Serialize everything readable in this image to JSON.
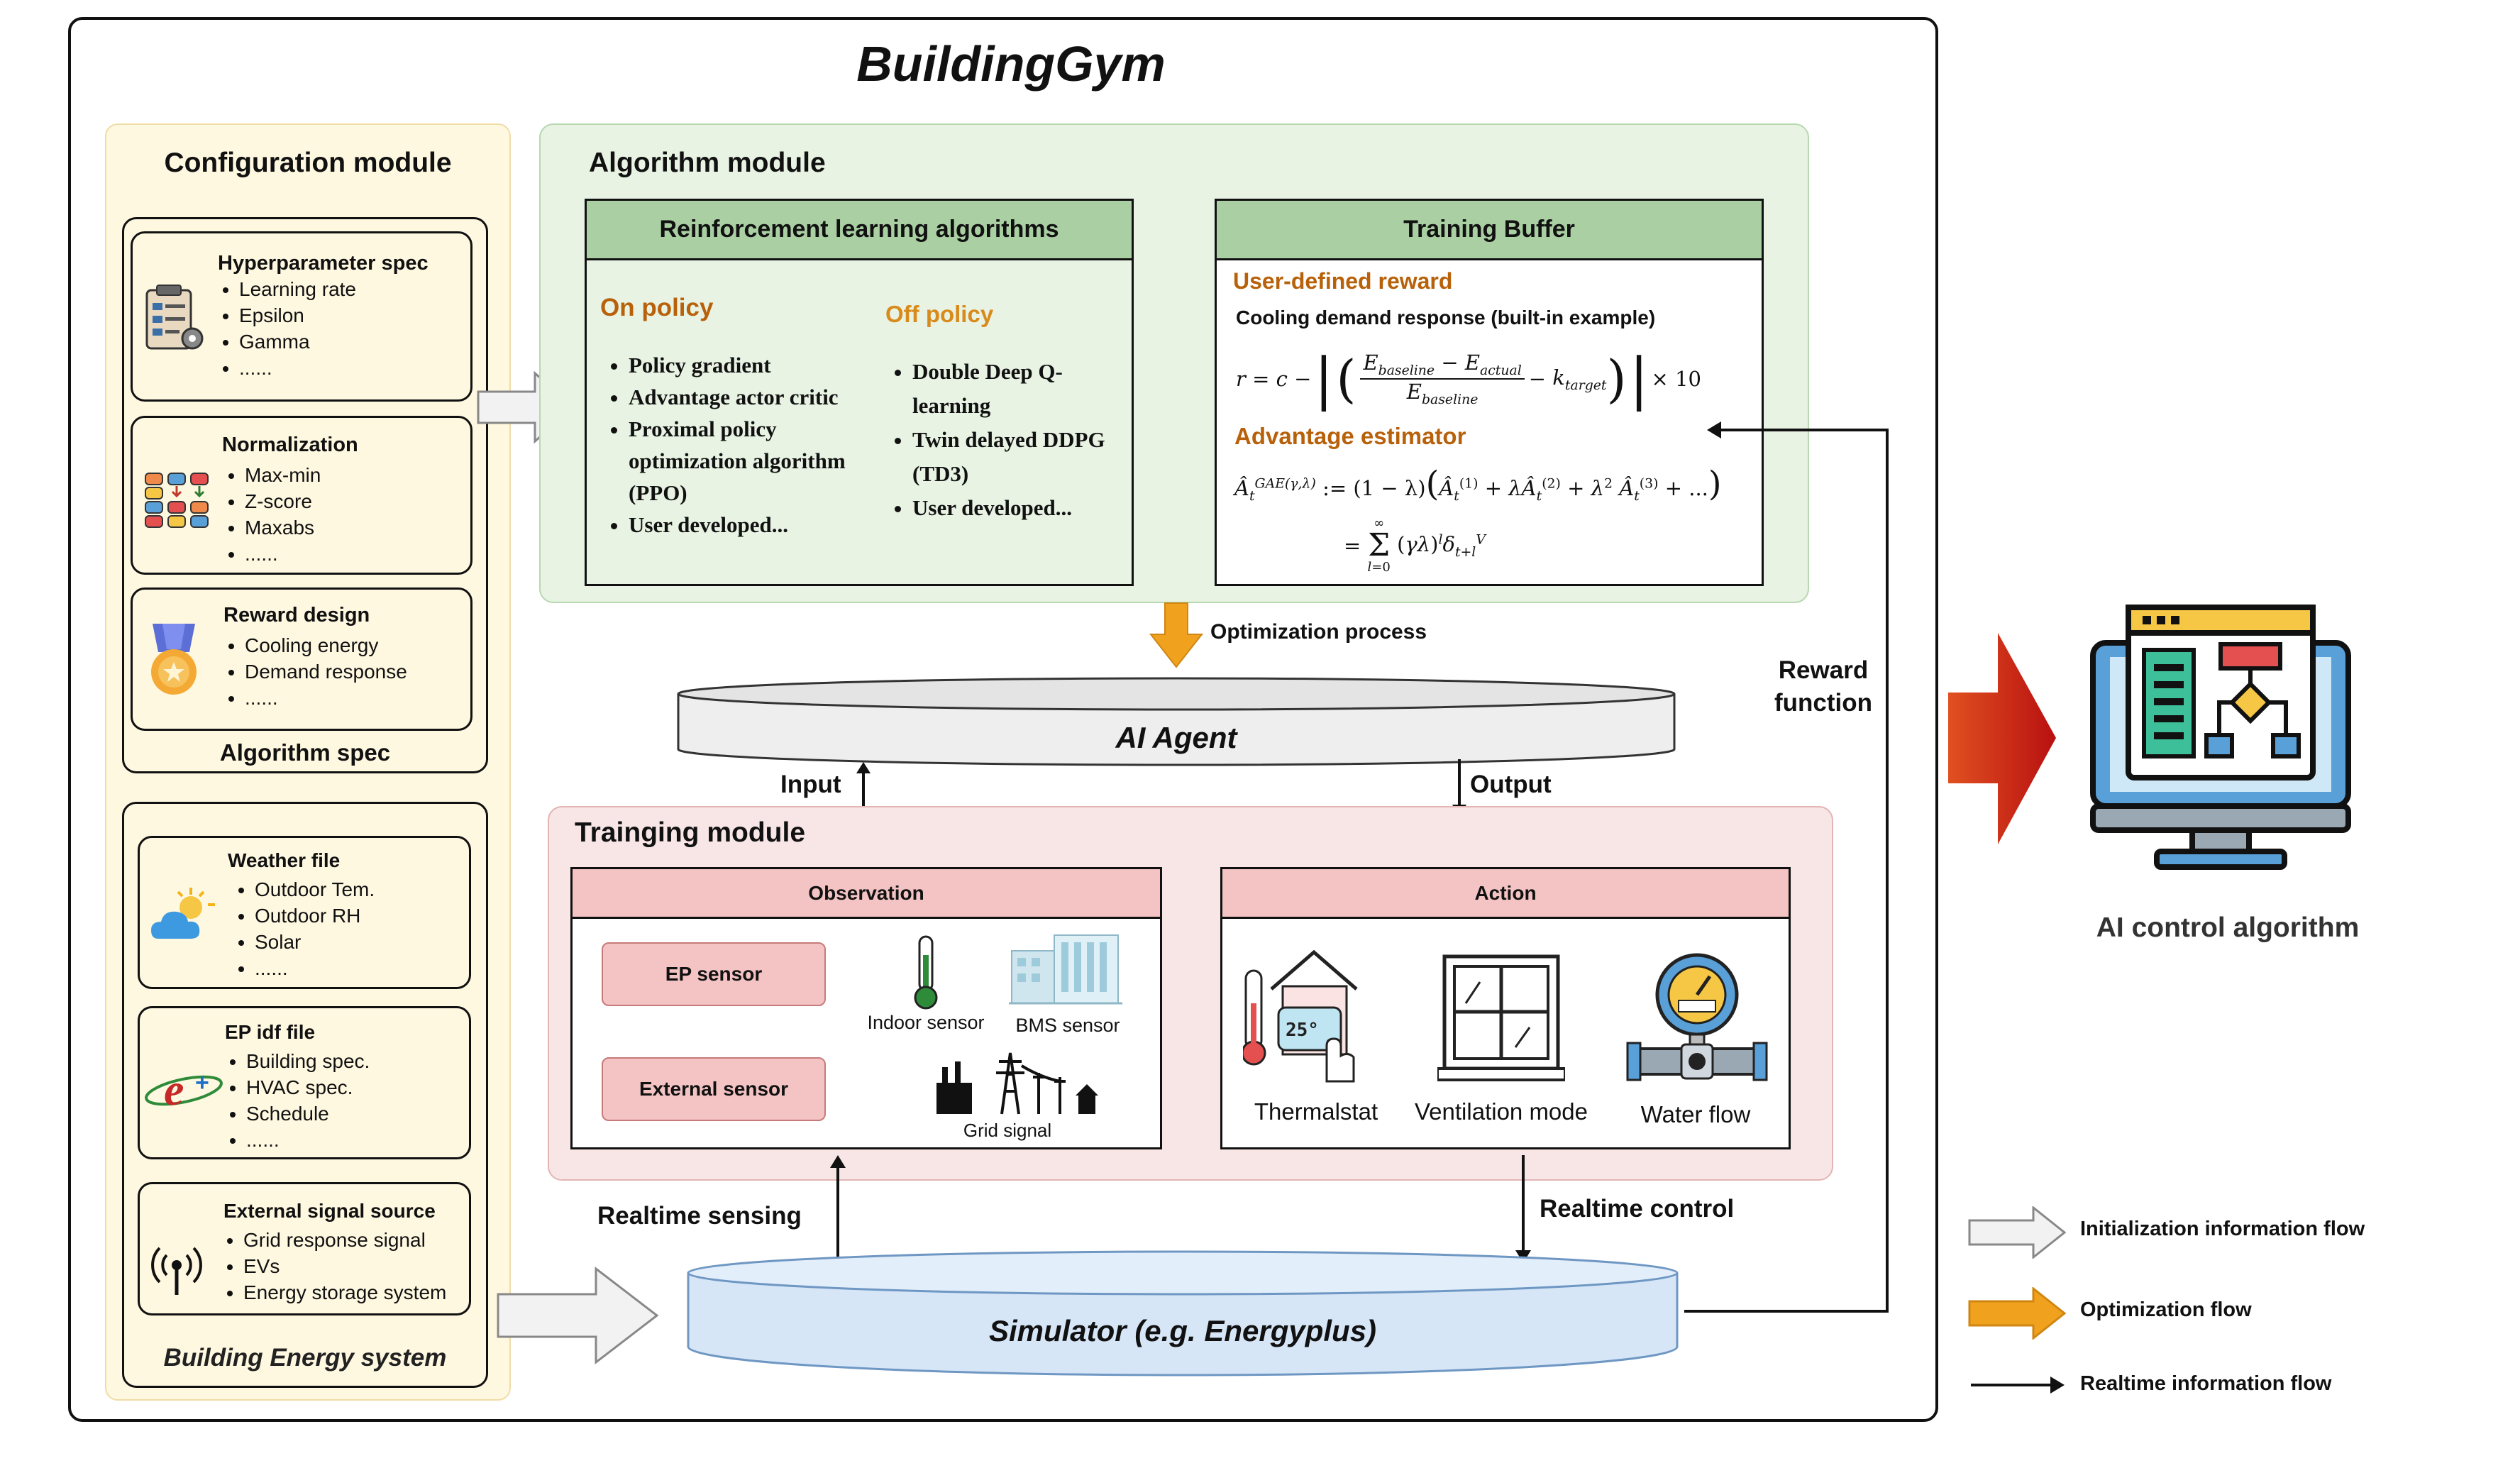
{
  "title": "BuildingGym",
  "config": {
    "title": "Configuration module",
    "hyper": {
      "title": "Hyperparameter spec",
      "items": [
        "Learning rate",
        "Epsilon",
        "Gamma",
        "......"
      ]
    },
    "norm": {
      "title": "Normalization",
      "items": [
        "Max-min",
        "Z-score",
        "Maxabs",
        "......"
      ]
    },
    "reward": {
      "title": "Reward design",
      "items": [
        "Cooling energy",
        "Demand response",
        "......"
      ]
    },
    "algo_spec": "Algorithm spec",
    "weather": {
      "title": "Weather file",
      "items": [
        "Outdoor Tem.",
        "Outdoor RH",
        "Solar",
        "......"
      ]
    },
    "idf": {
      "title": "EP idf file",
      "items": [
        "Building spec.",
        "HVAC spec.",
        "Schedule",
        "......"
      ]
    },
    "ext": {
      "title": "External signal source",
      "items": [
        "Grid response signal",
        "EVs",
        "Energy storage system"
      ]
    },
    "bes": "Building Energy system"
  },
  "algo": {
    "title": "Algorithm module",
    "rl_title": "Reinforcement learning algorithms",
    "on_title": "On policy",
    "on_items": [
      "Policy gradient",
      "Advantage actor critic",
      "Proximal policy optimization algorithm (PPO)",
      "User developed..."
    ],
    "off_title": "Off policy",
    "off_items": [
      "Double Deep Q-learning",
      "Twin delayed DDPG (TD3)",
      "User developed..."
    ],
    "buffer_title": "Training Buffer",
    "reward_title": "User-defined reward",
    "reward_sub": "Cooling demand response (built-in example)",
    "adv_title": "Advantage estimator"
  },
  "opt_label": "Optimization process",
  "agent": "AI Agent",
  "input_label": "Input",
  "output_label": "Output",
  "reward_fn": [
    "Reward",
    "function"
  ],
  "train": {
    "title": "Trainging module",
    "obs_title": "Observation",
    "ep_sensor": "EP sensor",
    "ext_sensor": "External sensor",
    "indoor": "Indoor sensor",
    "bms": "BMS sensor",
    "grid": "Grid signal",
    "action_title": "Action",
    "thermo": "Thermalstat",
    "vent": "Ventilation mode",
    "water": "Water flow"
  },
  "sensing": "Realtime sensing",
  "control": "Realtime control",
  "simulator": "Simulator (e.g. Energyplus)",
  "ai_control": "AI control algorithm",
  "legend": {
    "init": "Initialization information flow",
    "opt": "Optimization flow",
    "realtime": "Realtime information flow"
  },
  "colors": {
    "config_bg": "#fff8e1",
    "algo_bg": "#e8f3e4",
    "algo_hdr": "#a9cfa3",
    "train_bg": "#f8e6e6",
    "train_hdr": "#f4c4c4",
    "sim_bg": "#d6e6f7",
    "opt_arrow": "#f0a21e",
    "orange_text": "#b8610a"
  }
}
